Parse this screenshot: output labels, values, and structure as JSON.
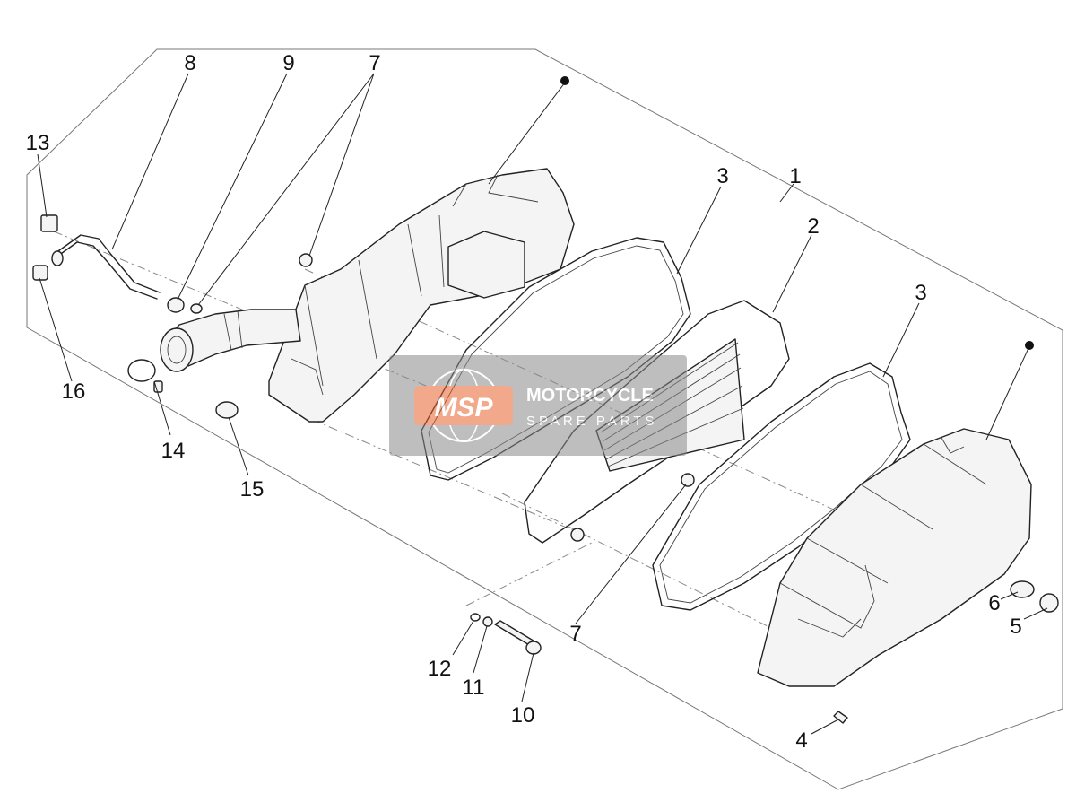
{
  "callouts": [
    "1",
    "2",
    "3",
    "3",
    "4",
    "5",
    "6",
    "7",
    "7",
    "8",
    "9",
    "10",
    "11",
    "12",
    "13",
    "14",
    "15",
    "16"
  ],
  "watermark": {
    "logo_text": "MSP",
    "line1": "MOTORCYCLE",
    "line2": "SPARE PARTS",
    "accent": "#e8622c"
  },
  "colors": {
    "line": "#222222",
    "frame": "#777777",
    "dash": "#888888"
  }
}
